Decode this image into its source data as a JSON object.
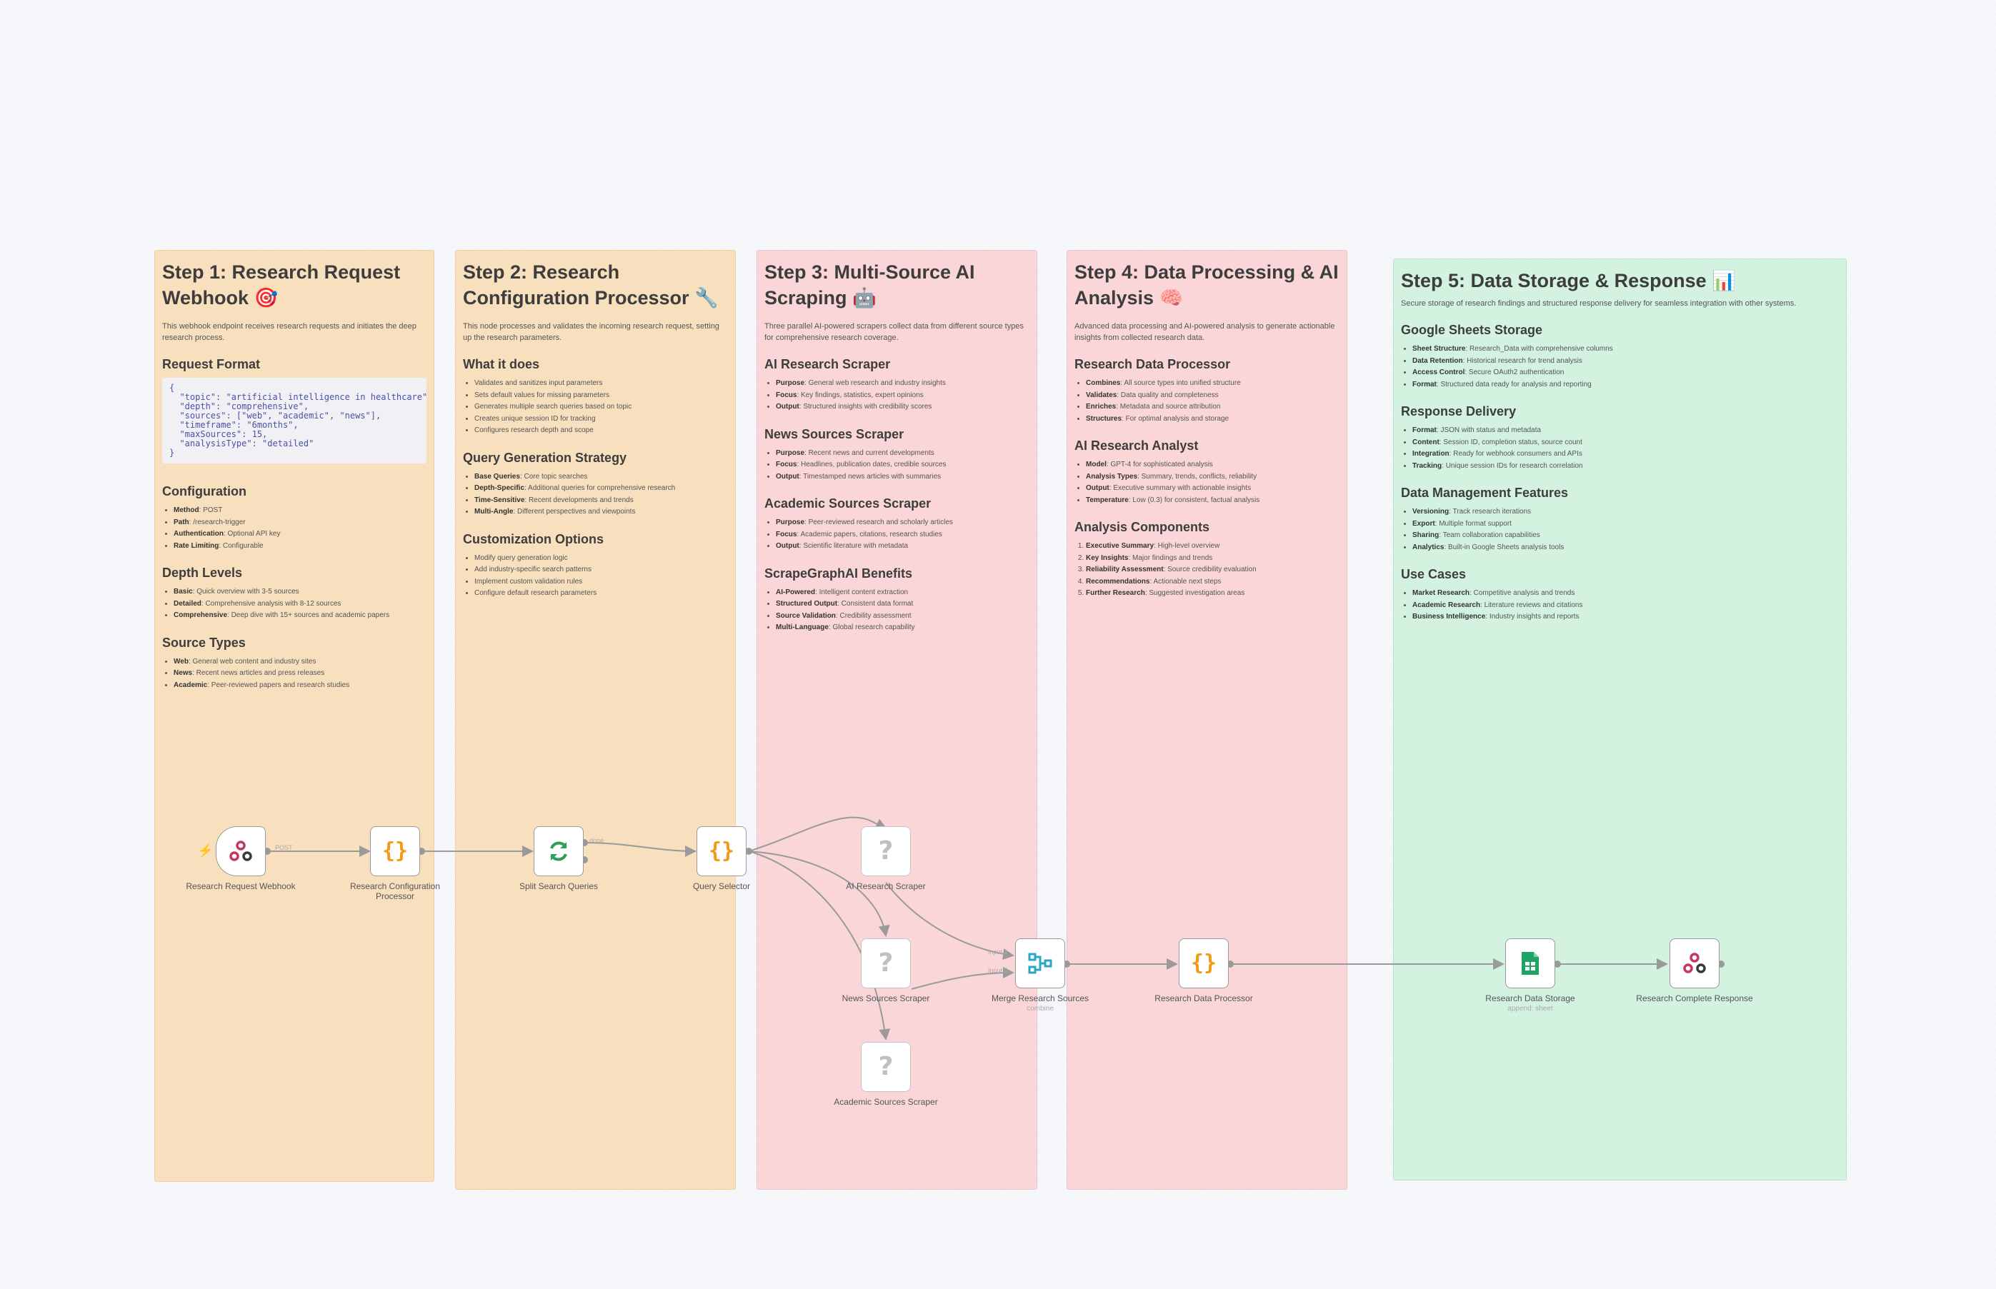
{
  "step1": {
    "title": "Step 1: Research Request Webhook 🎯",
    "description": "This webhook endpoint receives research requests and initiates the deep research process.",
    "sections": {
      "request_format": {
        "heading": "Request Format",
        "code": "{\n  \"topic\": \"artificial intelligence in healthcare\",\n  \"depth\": \"comprehensive\",\n  \"sources\": [\"web\", \"academic\", \"news\"],\n  \"timeframe\": \"6months\",\n  \"maxSources\": 15,\n  \"analysisType\": \"detailed\"\n}"
      },
      "configuration": {
        "heading": "Configuration",
        "items": [
          {
            "k": "Method",
            "v": ": POST"
          },
          {
            "k": "Path",
            "v": ": /research-trigger"
          },
          {
            "k": "Authentication",
            "v": ": Optional API key"
          },
          {
            "k": "Rate Limiting",
            "v": ": Configurable"
          }
        ]
      },
      "depth_levels": {
        "heading": "Depth Levels",
        "items": [
          {
            "k": "Basic",
            "v": ": Quick overview with 3-5 sources"
          },
          {
            "k": "Detailed",
            "v": ": Comprehensive analysis with 8-12 sources"
          },
          {
            "k": "Comprehensive",
            "v": ": Deep dive with 15+ sources and academic papers"
          }
        ]
      },
      "source_types": {
        "heading": "Source Types",
        "items": [
          {
            "k": "Web",
            "v": ": General web content and industry sites"
          },
          {
            "k": "News",
            "v": ": Recent news articles and press releases"
          },
          {
            "k": "Academic",
            "v": ": Peer-reviewed papers and research studies"
          }
        ]
      }
    }
  },
  "step2": {
    "title": "Step 2: Research Configuration Processor 🔧",
    "description": "This node processes and validates the incoming research request, setting up the research parameters.",
    "sections": {
      "what_it_does": {
        "heading": "What it does",
        "items": [
          "Validates and sanitizes input parameters",
          "Sets default values for missing parameters",
          "Generates multiple search queries based on topic",
          "Creates unique session ID for tracking",
          "Configures research depth and scope"
        ]
      },
      "query_strategy": {
        "heading": "Query Generation Strategy",
        "items": [
          {
            "k": "Base Queries",
            "v": ": Core topic searches"
          },
          {
            "k": "Depth-Specific",
            "v": ": Additional queries for comprehensive research"
          },
          {
            "k": "Time-Sensitive",
            "v": ": Recent developments and trends"
          },
          {
            "k": "Multi-Angle",
            "v": ": Different perspectives and viewpoints"
          }
        ]
      },
      "customization": {
        "heading": "Customization Options",
        "items": [
          "Modify query generation logic",
          "Add industry-specific search patterns",
          "Implement custom validation rules",
          "Configure default research parameters"
        ]
      }
    }
  },
  "step3": {
    "title": "Step 3: Multi-Source AI Scraping 🤖",
    "description": "Three parallel AI-powered scrapers collect data from different source types for comprehensive research coverage.",
    "sections": {
      "ai_scraper": {
        "heading": "AI Research Scraper",
        "items": [
          {
            "k": "Purpose",
            "v": ": General web research and industry insights"
          },
          {
            "k": "Focus",
            "v": ": Key findings, statistics, expert opinions"
          },
          {
            "k": "Output",
            "v": ": Structured insights with credibility scores"
          }
        ]
      },
      "news_scraper": {
        "heading": "News Sources Scraper",
        "items": [
          {
            "k": "Purpose",
            "v": ": Recent news and current developments"
          },
          {
            "k": "Focus",
            "v": ": Headlines, publication dates, credible sources"
          },
          {
            "k": "Output",
            "v": ": Timestamped news articles with summaries"
          }
        ]
      },
      "academic_scraper": {
        "heading": "Academic Sources Scraper",
        "items": [
          {
            "k": "Purpose",
            "v": ": Peer-reviewed research and scholarly articles"
          },
          {
            "k": "Focus",
            "v": ": Academic papers, citations, research studies"
          },
          {
            "k": "Output",
            "v": ": Scientific literature with metadata"
          }
        ]
      },
      "benefits": {
        "heading": "ScrapeGraphAI Benefits",
        "items": [
          {
            "k": "AI-Powered",
            "v": ": Intelligent content extraction"
          },
          {
            "k": "Structured Output",
            "v": ": Consistent data format"
          },
          {
            "k": "Source Validation",
            "v": ": Credibility assessment"
          },
          {
            "k": "Multi-Language",
            "v": ": Global research capability"
          }
        ]
      }
    }
  },
  "step4": {
    "title": "Step 4: Data Processing & AI Analysis 🧠",
    "description": "Advanced data processing and AI-powered analysis to generate actionable insights from collected research data.",
    "sections": {
      "processor": {
        "heading": "Research Data Processor",
        "items": [
          {
            "k": "Combines",
            "v": ": All source types into unified structure"
          },
          {
            "k": "Validates",
            "v": ": Data quality and completeness"
          },
          {
            "k": "Enriches",
            "v": ": Metadata and source attribution"
          },
          {
            "k": "Structures",
            "v": ": For optimal analysis and storage"
          }
        ]
      },
      "analyst": {
        "heading": "AI Research Analyst",
        "items": [
          {
            "k": "Model",
            "v": ": GPT-4 for sophisticated analysis"
          },
          {
            "k": "Analysis Types",
            "v": ": Summary, trends, conflicts, reliability"
          },
          {
            "k": "Output",
            "v": ": Executive summary with actionable insights"
          },
          {
            "k": "Temperature",
            "v": ": Low (0.3) for consistent, factual analysis"
          }
        ]
      },
      "components": {
        "heading": "Analysis Components",
        "items": [
          {
            "k": "Executive Summary",
            "v": ": High-level overview"
          },
          {
            "k": "Key Insights",
            "v": ": Major findings and trends"
          },
          {
            "k": "Reliability Assessment",
            "v": ": Source credibility evaluation"
          },
          {
            "k": "Recommendations",
            "v": ": Actionable next steps"
          },
          {
            "k": "Further Research",
            "v": ": Suggested investigation areas"
          }
        ]
      }
    }
  },
  "step5": {
    "title": "Step 5: Data Storage & Response 📊",
    "description": "Secure storage of research findings and structured response delivery for seamless integration with other systems.",
    "sections": {
      "sheets": {
        "heading": "Google Sheets Storage",
        "items": [
          {
            "k": "Sheet Structure",
            "v": ": Research_Data with comprehensive columns"
          },
          {
            "k": "Data Retention",
            "v": ": Historical research for trend analysis"
          },
          {
            "k": "Access Control",
            "v": ": Secure OAuth2 authentication"
          },
          {
            "k": "Format",
            "v": ": Structured data ready for analysis and reporting"
          }
        ]
      },
      "response": {
        "heading": "Response Delivery",
        "items": [
          {
            "k": "Format",
            "v": ": JSON with status and metadata"
          },
          {
            "k": "Content",
            "v": ": Session ID, completion status, source count"
          },
          {
            "k": "Integration",
            "v": ": Ready for webhook consumers and APIs"
          },
          {
            "k": "Tracking",
            "v": ": Unique session IDs for research correlation"
          }
        ]
      },
      "management": {
        "heading": "Data Management Features",
        "items": [
          {
            "k": "Versioning",
            "v": ": Track research iterations"
          },
          {
            "k": "Export",
            "v": ": Multiple format support"
          },
          {
            "k": "Sharing",
            "v": ": Team collaboration capabilities"
          },
          {
            "k": "Analytics",
            "v": ": Built-in Google Sheets analysis tools"
          }
        ]
      },
      "use_cases": {
        "heading": "Use Cases",
        "items": [
          {
            "k": "Market Research",
            "v": ": Competitive analysis and trends"
          },
          {
            "k": "Academic Research",
            "v": ": Literature reviews and citations"
          },
          {
            "k": "Business Intelligence",
            "v": ": Industry insights and reports"
          }
        ]
      }
    }
  },
  "nodes": {
    "webhook": {
      "label": "Research Request Webhook",
      "icon": "webhook-icon"
    },
    "config": {
      "label": "Research Configuration Processor",
      "icon": "code-braces-icon"
    },
    "split": {
      "label": "Split Search Queries",
      "icon": "refresh-icon"
    },
    "selector": {
      "label": "Query Selector",
      "icon": "code-braces-icon"
    },
    "ai_scraper": {
      "label": "AI Research Scraper",
      "icon": "question-icon"
    },
    "news_scraper": {
      "label": "News Sources Scraper",
      "icon": "question-icon"
    },
    "academic_scraper": {
      "label": "Academic Sources Scraper",
      "icon": "question-icon"
    },
    "merge": {
      "label": "Merge Research Sources",
      "sub": "combine",
      "icon": "merge-icon"
    },
    "processor": {
      "label": "Research Data Processor",
      "icon": "code-braces-icon"
    },
    "storage": {
      "label": "Research Data Storage",
      "sub": "append: sheet",
      "icon": "google-sheets-icon"
    },
    "response": {
      "label": "Research Complete Response",
      "icon": "webhook-icon"
    }
  },
  "edge_labels": {
    "post": "POST",
    "done": "done",
    "input1": "Input 1",
    "input2": "Input 2"
  },
  "colors": {
    "orange_note": "#f8dfbd",
    "pink_note": "#fad6d9",
    "green_note": "#d3f2e0",
    "brace": "#f39a1b",
    "split": "#2e9e5b",
    "sheets": "#1fa463",
    "trigger": "#ff6d5a"
  }
}
